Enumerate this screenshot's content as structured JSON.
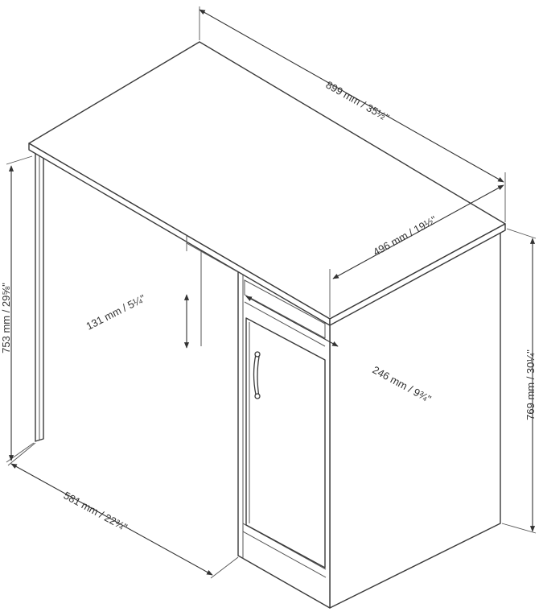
{
  "dimensions": {
    "width": "899 mm / 35½\"",
    "depth": "496 mm / 19½\"",
    "desk_height": "753 mm / 29⅝\"",
    "total_height": "769 mm / 30¼\"",
    "shelf_gap": "131 mm / 5¼\"",
    "cabinet_depth": "246 mm / 9¾\"",
    "leg_depth": "581 mm / 22¾\""
  },
  "colors": {
    "line": "#3a3a3a",
    "background": "#ffffff"
  }
}
